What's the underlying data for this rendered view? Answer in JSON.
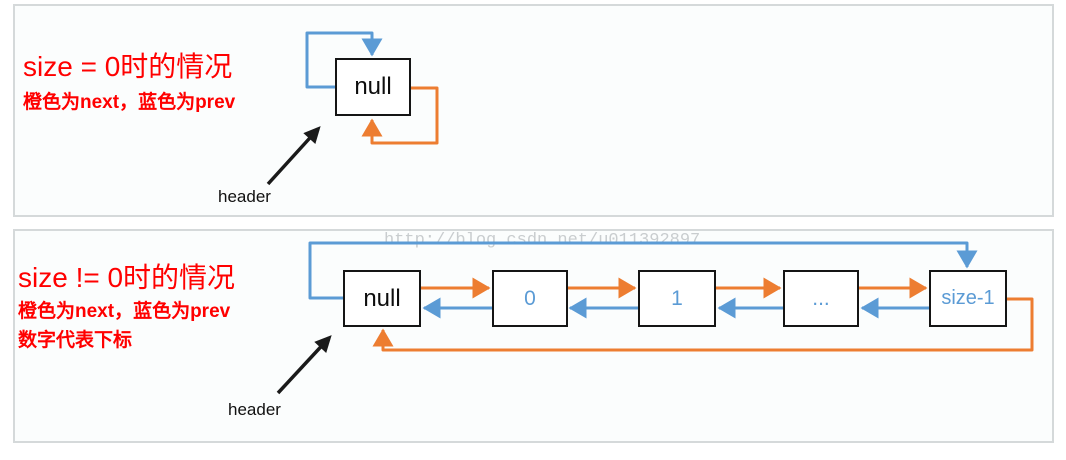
{
  "colors": {
    "next": "#ED7D31",
    "prev": "#5B9BD5",
    "heading": "#FF0000",
    "watermark": "#C9CDCF",
    "arrow_black": "#1A1A1A"
  },
  "empty_case": {
    "title": "size = 0时的情况",
    "legend": "橙色为next，蓝色为prev",
    "node": "null",
    "pointer": "header"
  },
  "nonempty_case": {
    "title": "size != 0时的情况",
    "legend": "橙色为next，蓝色为prev",
    "note": "数字代表下标",
    "pointer": "header",
    "watermark": "http://blog.csdn.net/u011392897",
    "nodes": [
      "null",
      "0",
      "1",
      "...",
      "size-1"
    ]
  }
}
